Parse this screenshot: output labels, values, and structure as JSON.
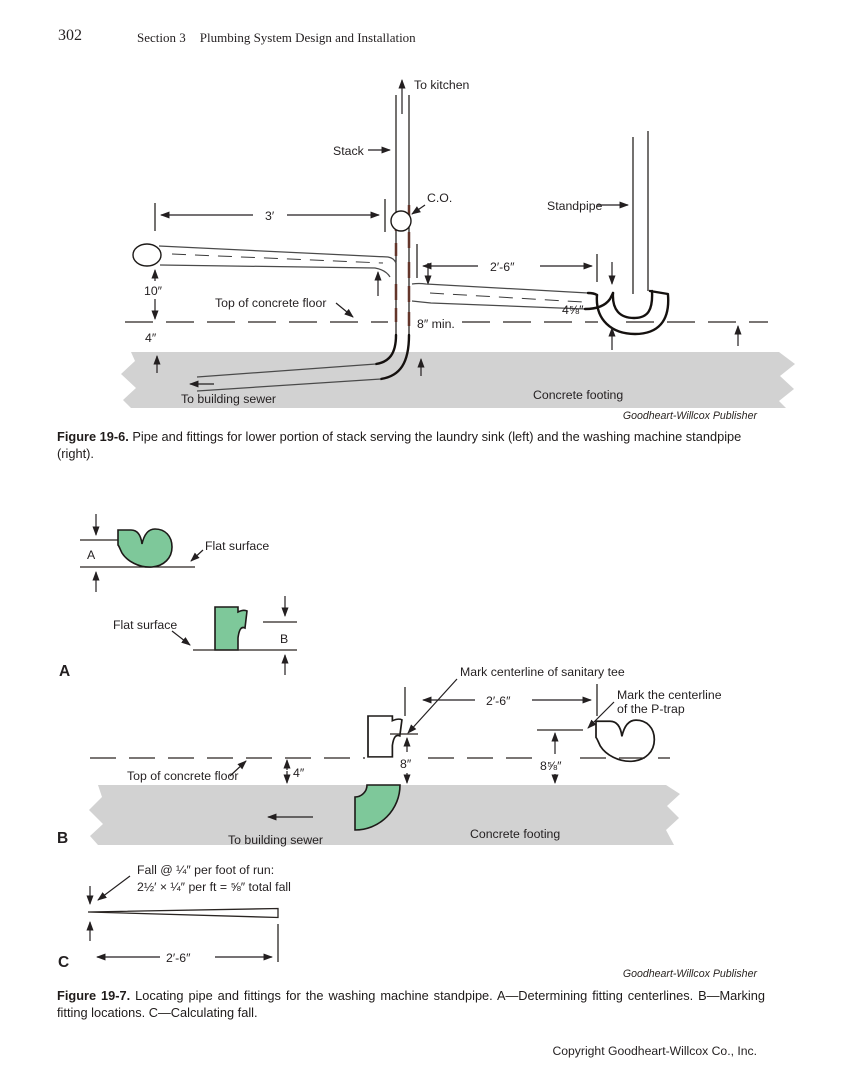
{
  "header": {
    "page_number": "302",
    "section_label": "Section 3",
    "section_title": "Plumbing System Design and Installation"
  },
  "figure6": {
    "credit": "Goodheart-Willcox Publisher",
    "caption_label": "Figure 19-6.",
    "caption_text": " Pipe and fittings for lower portion of stack serving the laundry sink (left) and the washing machine standpipe (right).",
    "labels": {
      "to_kitchen": "To kitchen",
      "stack": "Stack",
      "cleanout": "C.O.",
      "standpipe": "Standpipe",
      "dim_3ft": "3′",
      "dim_10in": "10″",
      "dim_4in": "4″",
      "dim_8min": "8″ min.",
      "dim_2ft6": "2′-6″",
      "dim_4_58": "4⅝″",
      "top_floor": "Top of concrete floor",
      "to_sewer": "To building sewer",
      "footing": "Concrete footing"
    }
  },
  "figure7": {
    "credit": "Goodheart-Willcox Publisher",
    "caption_label": "Figure 19-7.",
    "caption_text": " Locating pipe and fittings for the washing machine standpipe. A—Determining fitting centerlines. B—Marking fitting locations. C—Calculating fall.",
    "panel_a": {
      "label": "A",
      "dim_a": "A",
      "dim_b": "B",
      "flat_surface_1": "Flat surface",
      "flat_surface_2": "Flat surface"
    },
    "panel_b": {
      "label": "B",
      "mark_tee": "Mark centerline of sanitary tee",
      "mark_trap_line1": "Mark the centerline",
      "mark_trap_line2": "of the P-trap",
      "dim_2ft6": "2′-6″",
      "dim_8": "8″",
      "dim_8_58": "8⅝″",
      "dim_4": "4″",
      "top_floor": "Top of concrete floor",
      "to_sewer": "To building sewer",
      "footing": "Concrete footing"
    },
    "panel_c": {
      "label": "C",
      "fall_note_line1": "Fall @ ¼″ per foot of run:",
      "fall_note_line2": "2½′ × ¼″ per ft = ⅝″ total fall",
      "dim_2ft6": "2′-6″"
    }
  },
  "footer": {
    "copyright": "Copyright Goodheart-Willcox Co., Inc."
  },
  "colors": {
    "fitting_green": "#7ec89a",
    "concrete_gray": "#d2d2d2",
    "ink": "#231f20"
  }
}
